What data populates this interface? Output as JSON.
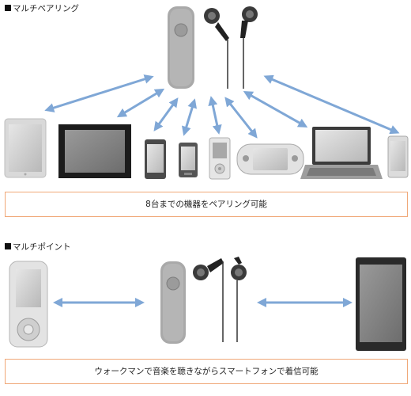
{
  "multipairing": {
    "heading": "マルチペアリング",
    "caption": "8台までの機器をペアリング可能"
  },
  "multipoint": {
    "heading": "マルチポイント",
    "caption": "ウォークマンで音楽を聴きながらスマートフォンで着信可能"
  },
  "colors": {
    "arrow": "#7fa7d6",
    "caption_border": "#f0a878",
    "device_gray": "#aaaaaa",
    "device_dark": "#2b2b2b"
  },
  "icons": [
    "receiver-icon",
    "earbuds-icon",
    "tablet-icon",
    "tv-icon",
    "phone-icon",
    "music-player-icon",
    "game-console-icon",
    "laptop-icon",
    "walkman-icon",
    "smartphone-icon",
    "arrow-icon"
  ]
}
